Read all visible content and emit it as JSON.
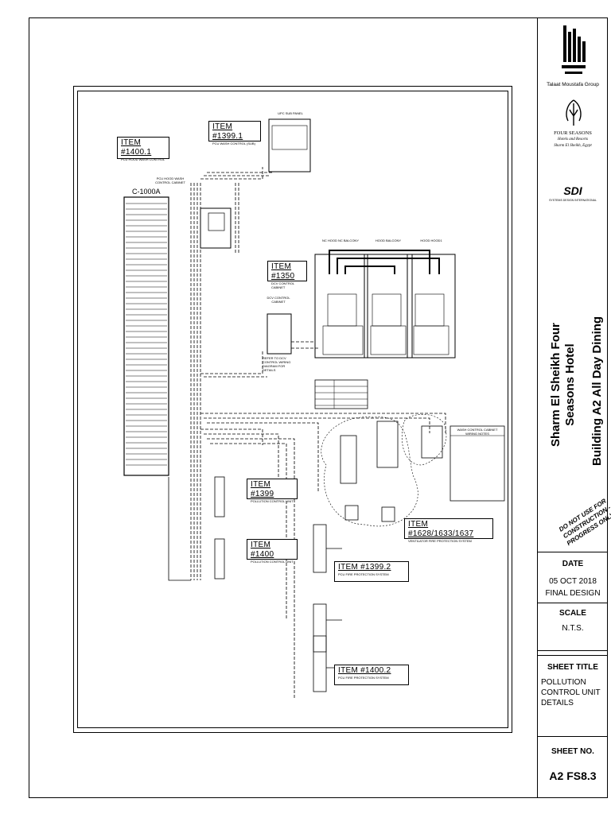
{
  "items": {
    "i1400_1": {
      "title": "ITEM #1400.1",
      "sub": "PCU HOOD WASH CONTROL"
    },
    "i1399_1": {
      "title": "ITEM #1399.1",
      "sub": "PCU WASH CONTROL (SUB)"
    },
    "i1350": {
      "title": "ITEM #1350",
      "sub": "DCV CONTROL CABINET"
    },
    "i1399": {
      "title": "ITEM #1399",
      "sub": "POLLUTION CONTROL UNIT"
    },
    "i1400": {
      "title": "ITEM #1400",
      "sub": "POLLUTION CONTROL UNIT"
    },
    "i1628": {
      "title": "ITEM #1628/1633/1637",
      "sub": "VENTILATOR FIRE PROTECTION SYSTEM"
    },
    "i1399_2": {
      "title": "ITEM #1399.2",
      "sub": "PCU FIRE PROTECTION SYSTEM"
    },
    "i1400_2": {
      "title": "ITEM #1400.2",
      "sub": "PCU FIRE PROTECTION SYSTEM"
    }
  },
  "labels": {
    "c1000a": "C-1000A",
    "pcu_cabinet": "PCU HOOD WASH CONTROL CABINET",
    "dcv_cabinet": "DCV CONTROL CABINET",
    "refer_dcv": "REFER TO DCV CONTROL WIRING DIAGRAM FOR DETAILS",
    "hood_left": "NC HOOD NC BALCONY",
    "hood_mid": "HOOD BALCONY",
    "hood_right": "HOOD HOOD1",
    "wash_notes": "WASH CONTROL CABINET WIRING NOTES",
    "upc_panel": "UPC SUB PANEL"
  },
  "titleblock": {
    "company": "Talaat Moustafa Group",
    "brand_main": "FOUR SEASONS",
    "brand_sub": "Hotels and Resorts",
    "brand_loc": "Sharm El Sheikh, Egypt",
    "sdi": "SDI",
    "sdi_sub": "SYSTEMS DESIGN INTERNATIONAL",
    "project_line1": "Sharm El Sheikh Four",
    "project_line2": "Seasons Hotel",
    "project_line3": "Building A2 All Day Dining",
    "stamp": "DO NOT USE FOR CONSTRUCTION -PROGRESS ONLY-",
    "date_label": "DATE",
    "date_value": "05 OCT 2018",
    "status": "FINAL DESIGN",
    "scale_label": "SCALE",
    "scale_value": "N.T.S.",
    "sheet_title_label": "SHEET TITLE",
    "sheet_title_1": "POLLUTION",
    "sheet_title_2": "CONTROL UNIT",
    "sheet_title_3": "DETAILS",
    "sheet_no_label": "SHEET NO.",
    "sheet_no": "A2 FS8.3"
  }
}
